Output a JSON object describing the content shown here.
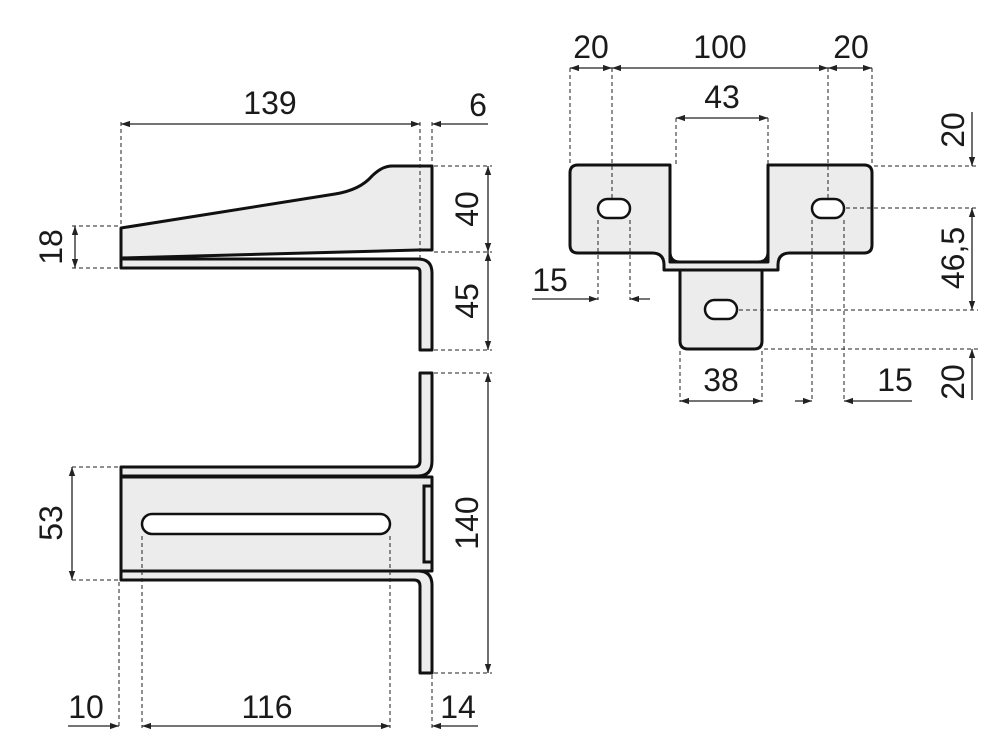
{
  "diagram": {
    "colors": {
      "ink": "#111111",
      "part_fill": "#ececec",
      "background": "#ffffff"
    },
    "side_view": {
      "length_139": "139",
      "thickness_6": "6",
      "tip_height_18": "18",
      "upper_height_40": "40",
      "lower_flange_45": "45"
    },
    "front_view": {
      "left_tab_20": "20",
      "center_span_100": "100",
      "right_tab_20": "20",
      "channel_width_43": "43",
      "top_offset_20": "20",
      "hole_spacing_46_5": "46,5",
      "bottom_offset_20": "20",
      "left_hole_15": "15",
      "right_hole_15": "15",
      "bottom_tab_38": "38"
    },
    "top_view": {
      "slot_height_53": "53",
      "flange_length_140": "140",
      "start_offset_10": "10",
      "slot_length_116": "116",
      "end_offset_14": "14"
    }
  }
}
